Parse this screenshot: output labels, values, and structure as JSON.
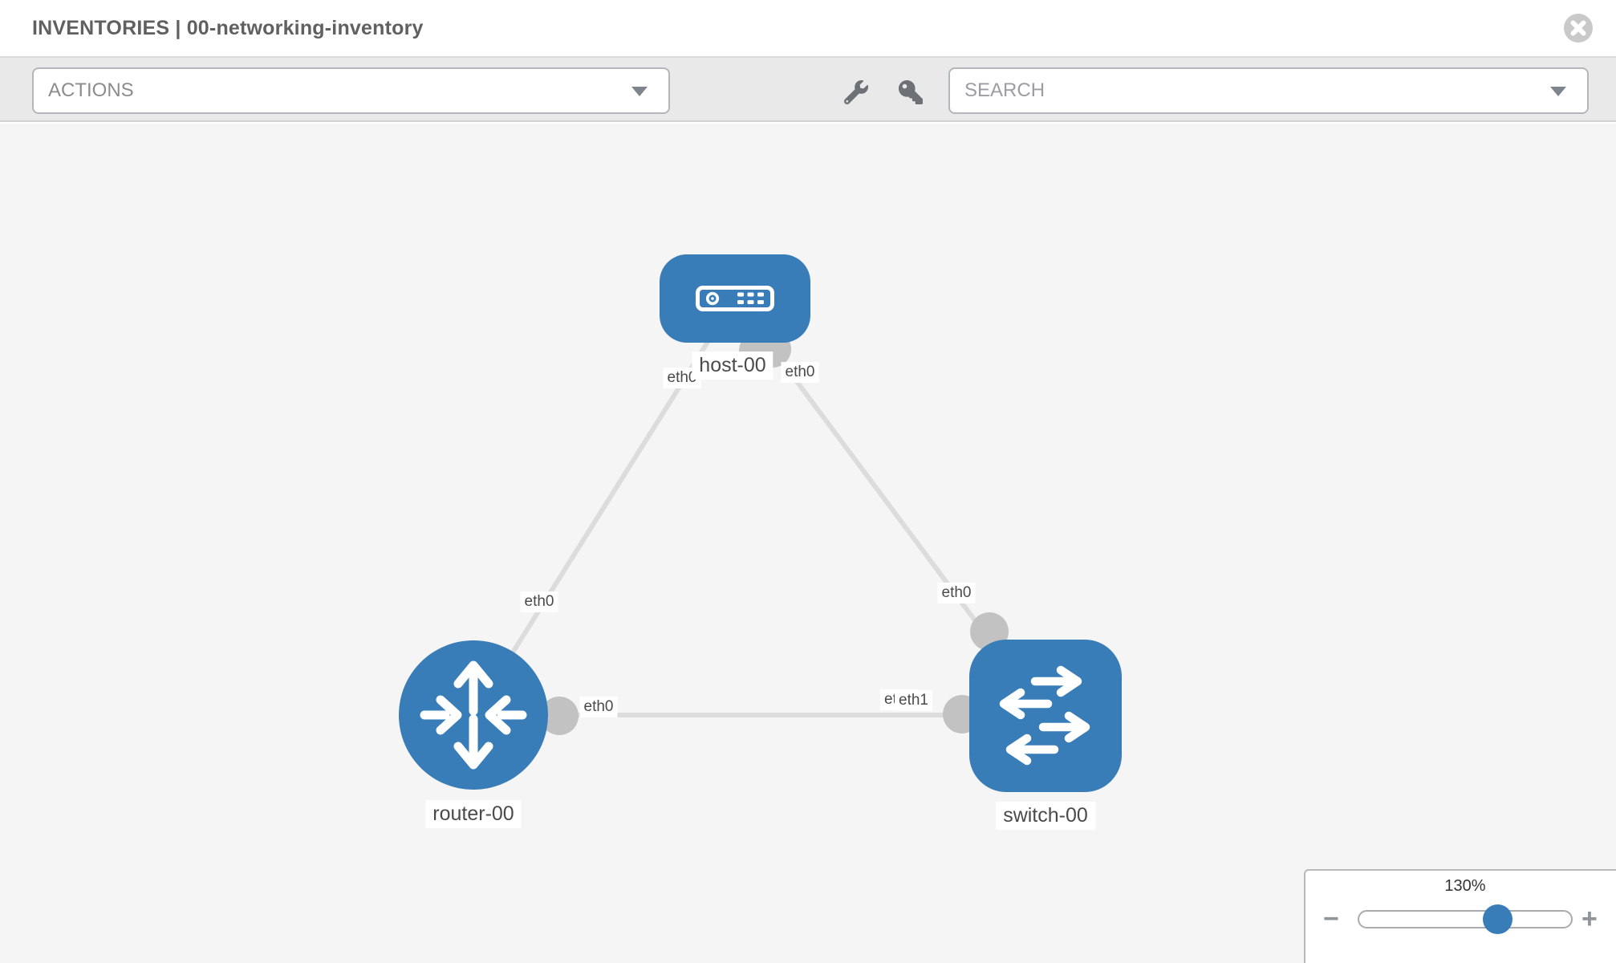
{
  "header": {
    "title": "INVENTORIES | 00-networking-inventory"
  },
  "toolbar": {
    "actions_label": "ACTIONS",
    "search_label": "SEARCH"
  },
  "topology": {
    "nodes": [
      {
        "id": "host-00",
        "type": "host",
        "label": "host-00"
      },
      {
        "id": "router-00",
        "type": "router",
        "label": "router-00"
      },
      {
        "id": "switch-00",
        "type": "switch",
        "label": "switch-00"
      }
    ],
    "links": [
      {
        "from": "host-00",
        "to": "router-00",
        "from_interface": "eth0",
        "to_interface": "eth0"
      },
      {
        "from": "host-00",
        "to": "switch-00",
        "from_interface": "eth0",
        "to_interface": "eth0"
      },
      {
        "from": "router-00",
        "to": "switch-00",
        "from_interface": "eth0",
        "to_interface": "eth1"
      }
    ],
    "interfaces": {
      "host_left": "eth0",
      "host_right": "eth0",
      "link_host_router_mid": "eth0",
      "link_host_switch_mid": "eth0",
      "router_right": "eth0",
      "switch_left_back": "eth0",
      "switch_left_front": "eth1"
    }
  },
  "zoom": {
    "level": "130%",
    "minus": "−",
    "plus": "+"
  },
  "icons": {
    "close": "close-circle",
    "wrench": "wrench",
    "key": "key",
    "actions_caret": "caret-down",
    "search_caret": "caret-down",
    "host": "host-device",
    "router": "router-arrows",
    "switch": "switch-arrows",
    "zoom_out": "minus",
    "zoom_in": "plus"
  },
  "colors": {
    "node_blue": "#387db8",
    "connector_gray": "#c2c2c2",
    "link_gray": "#dcdcdc",
    "toolbar_gray": "#e9e9e9",
    "canvas_gray": "#f5f5f5"
  }
}
